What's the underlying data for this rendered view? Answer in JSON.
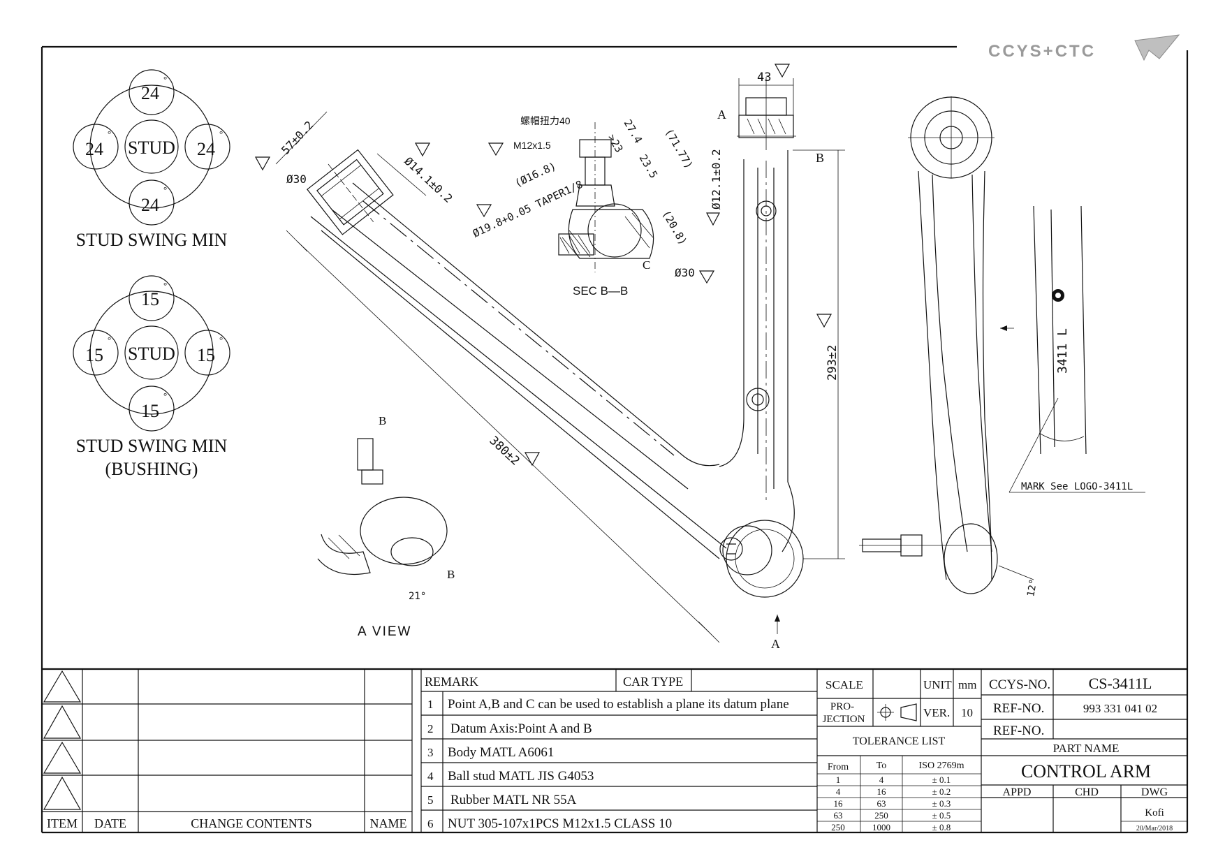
{
  "logo": {
    "text": "CCYS+CTC"
  },
  "swing_stud": {
    "top": "24",
    "left": "24",
    "right": "24",
    "bottom": "24",
    "center": "STUD",
    "caption": "STUD SWING MIN"
  },
  "swing_bushing": {
    "top": "15",
    "left": "15",
    "right": "15",
    "bottom": "15",
    "center": "STUD",
    "caption_line1": "STUD SWING MIN",
    "caption_line2": "(BUSHING)"
  },
  "dimensions": {
    "d57": "57±0.2",
    "d30a": "Ø30",
    "d14": "Ø14.1±0.2",
    "d380": "380±2",
    "d43": "43",
    "d12": "Ø12.1±0.2",
    "d293": "293±2",
    "torque": "螺帽扭力40",
    "thread": "M12x1.5",
    "d23": ">23",
    "d274": "27.4",
    "d7177": "(71.77)",
    "d168": "(Ø16.8)",
    "d235": "23.5",
    "taper": "Ø19.8+0.05 TAPER1/8",
    "d208": "(20.8)",
    "d30b": "Ø30",
    "point_c": "C",
    "point_a": "A",
    "point_b": "B",
    "sec": "SEC B—B",
    "aview": "A VIEW",
    "angle21": "21°",
    "angle12": "12°",
    "part_mark": "3411 L",
    "mark_note": "MARK See LOGO-3411L"
  },
  "change_table": {
    "headers": [
      "ITEM",
      "DATE",
      "CHANGE CONTENTS",
      "NAME"
    ]
  },
  "remarks": {
    "label": "REMARK",
    "car_type_label": "CAR TYPE",
    "car_type_value": "",
    "items": [
      {
        "no": "1",
        "text": "Point A,B and C can be used to establish a plane its datum plane"
      },
      {
        "no": "2",
        "text": "Datum Axis:Point A and B"
      },
      {
        "no": "3",
        "text": "Body MATL A6061"
      },
      {
        "no": "4",
        "text": "Ball stud MATL JIS G4053"
      },
      {
        "no": "5",
        "text": "Rubber MATL NR 55A"
      },
      {
        "no": "6",
        "text": "NUT 305-107x1PCS M12x1.5 CLASS 10"
      }
    ]
  },
  "spec": {
    "scale_label": "SCALE",
    "scale_value": "",
    "unit_label": "UNIT",
    "unit_value": "mm",
    "projection_line1": "PRO-",
    "projection_line2": "JECTION",
    "ver_label": "VER.",
    "ver_value": "10",
    "tolerance_title": "TOLERANCE LIST",
    "tol_headers": [
      "From",
      "To",
      "ISO 2769m"
    ],
    "tolerances": [
      {
        "from": "1",
        "to": "4",
        "tol": "± 0.1"
      },
      {
        "from": "4",
        "to": "16",
        "tol": "± 0.2"
      },
      {
        "from": "16",
        "to": "63",
        "tol": "± 0.3"
      },
      {
        "from": "63",
        "to": "250",
        "tol": "± 0.5"
      },
      {
        "from": "250",
        "to": "1000",
        "tol": "± 0.8"
      }
    ]
  },
  "title_block": {
    "ccys_label": "CCYS-NO.",
    "ccys_value": "CS-3411L",
    "ref1_label": "REF-NO.",
    "ref1_value": "993 331 041 02",
    "ref2_label": "REF-NO.",
    "ref2_value": "",
    "part_name_label": "PART NAME",
    "part_name": "CONTROL ARM",
    "appd": "APPD",
    "chd": "CHD",
    "dwg": "DWG",
    "drawer": "Kofi",
    "date": "20/Mar/2018"
  }
}
